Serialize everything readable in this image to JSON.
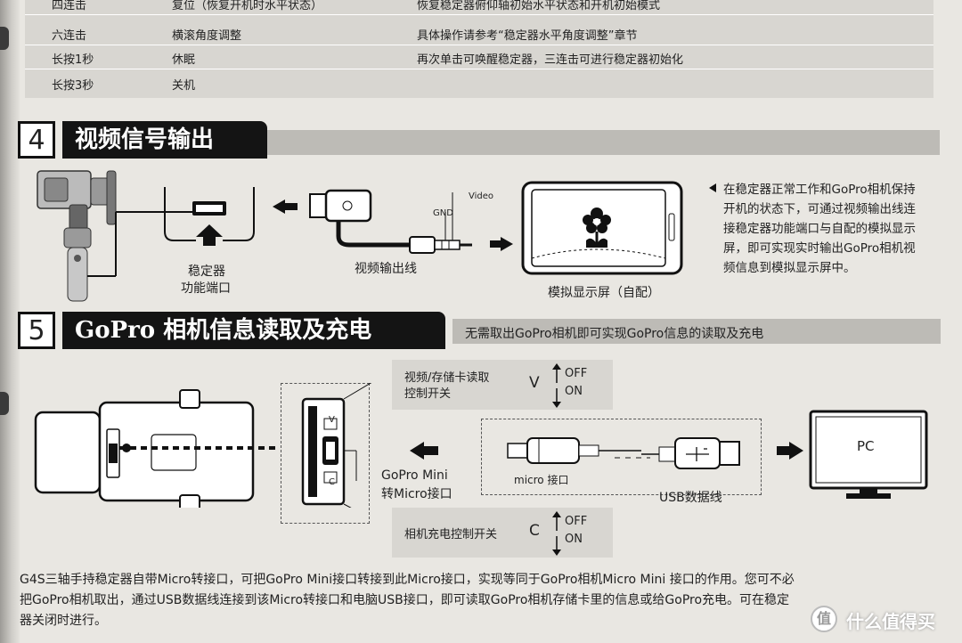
{
  "command_table": {
    "rows": [
      {
        "action": "四连击",
        "function": "复位（恢复开机时水平状态）",
        "description": "恢复稳定器俯仰轴初始水平状态和开机初始模式"
      },
      {
        "action": "六连击",
        "function": "横滚角度调整",
        "description": "具体操作请参考“稳定器水平角度调整”章节"
      },
      {
        "action": "长按1秒",
        "function": "休眠",
        "description": "再次单击可唤醒稳定器，三连击可进行稳定器初始化"
      },
      {
        "action": "长按3秒",
        "function": "关机",
        "description": ""
      }
    ]
  },
  "section4": {
    "number": "4",
    "title": "视频信号输出",
    "port_label_line1": "稳定器",
    "port_label_line2": "功能端口",
    "cable_label": "视频输出线",
    "gnd_label": "GND",
    "video_label": "Video",
    "monitor_label": "模拟显示屏（自配）",
    "description_lines": [
      "在稳定器正常工作和GoPro相机保持",
      "开机的状态下，可通过视频输出线连",
      "接稳定器功能端口与自配的模拟显示",
      "屏，即可实现实时输出GoPro相机视",
      "频信息到模拟显示屏中。"
    ]
  },
  "section5": {
    "number": "5",
    "title": "GoPro  相机信息读取及充电",
    "subtitle": "无需取出GoPro相机即可实现GoPro信息的读取及充电",
    "video_switch_line1": "视频/存储卡读取",
    "video_switch_line2": "控制开关",
    "switch_v": "V",
    "off_label": "OFF",
    "on_label": "ON",
    "charge_switch": "相机充电控制开关",
    "switch_c": "C",
    "mini_line1": "GoPro Mini",
    "mini_line2": "转Micro接口",
    "micro_label": "micro 接口",
    "usb_label": "USB数据线",
    "pc_label": "PC",
    "port_v": "V",
    "port_c": "C"
  },
  "footer": {
    "lines": [
      "G4S三轴手持稳定器自带Micro转接口，可把GoPro Mini接口转接到此Micro接口，实现等同于GoPro相机Micro Mini 接口的作用。您可不必",
      "把GoPro相机取出，通过USB数据线连接到该Micro转接口和电脑USB接口，即可读取GoPro相机存储卡里的信息或给GoPro充电。可在稳定",
      "器关闭时进行。"
    ]
  },
  "watermark": {
    "logo": "值",
    "text": "什么值得买"
  },
  "colors": {
    "paper": "#e9e7e2",
    "header_black": "#141414",
    "table_grey": "#d8d6d1",
    "bar_grey": "#bdbbb6"
  }
}
